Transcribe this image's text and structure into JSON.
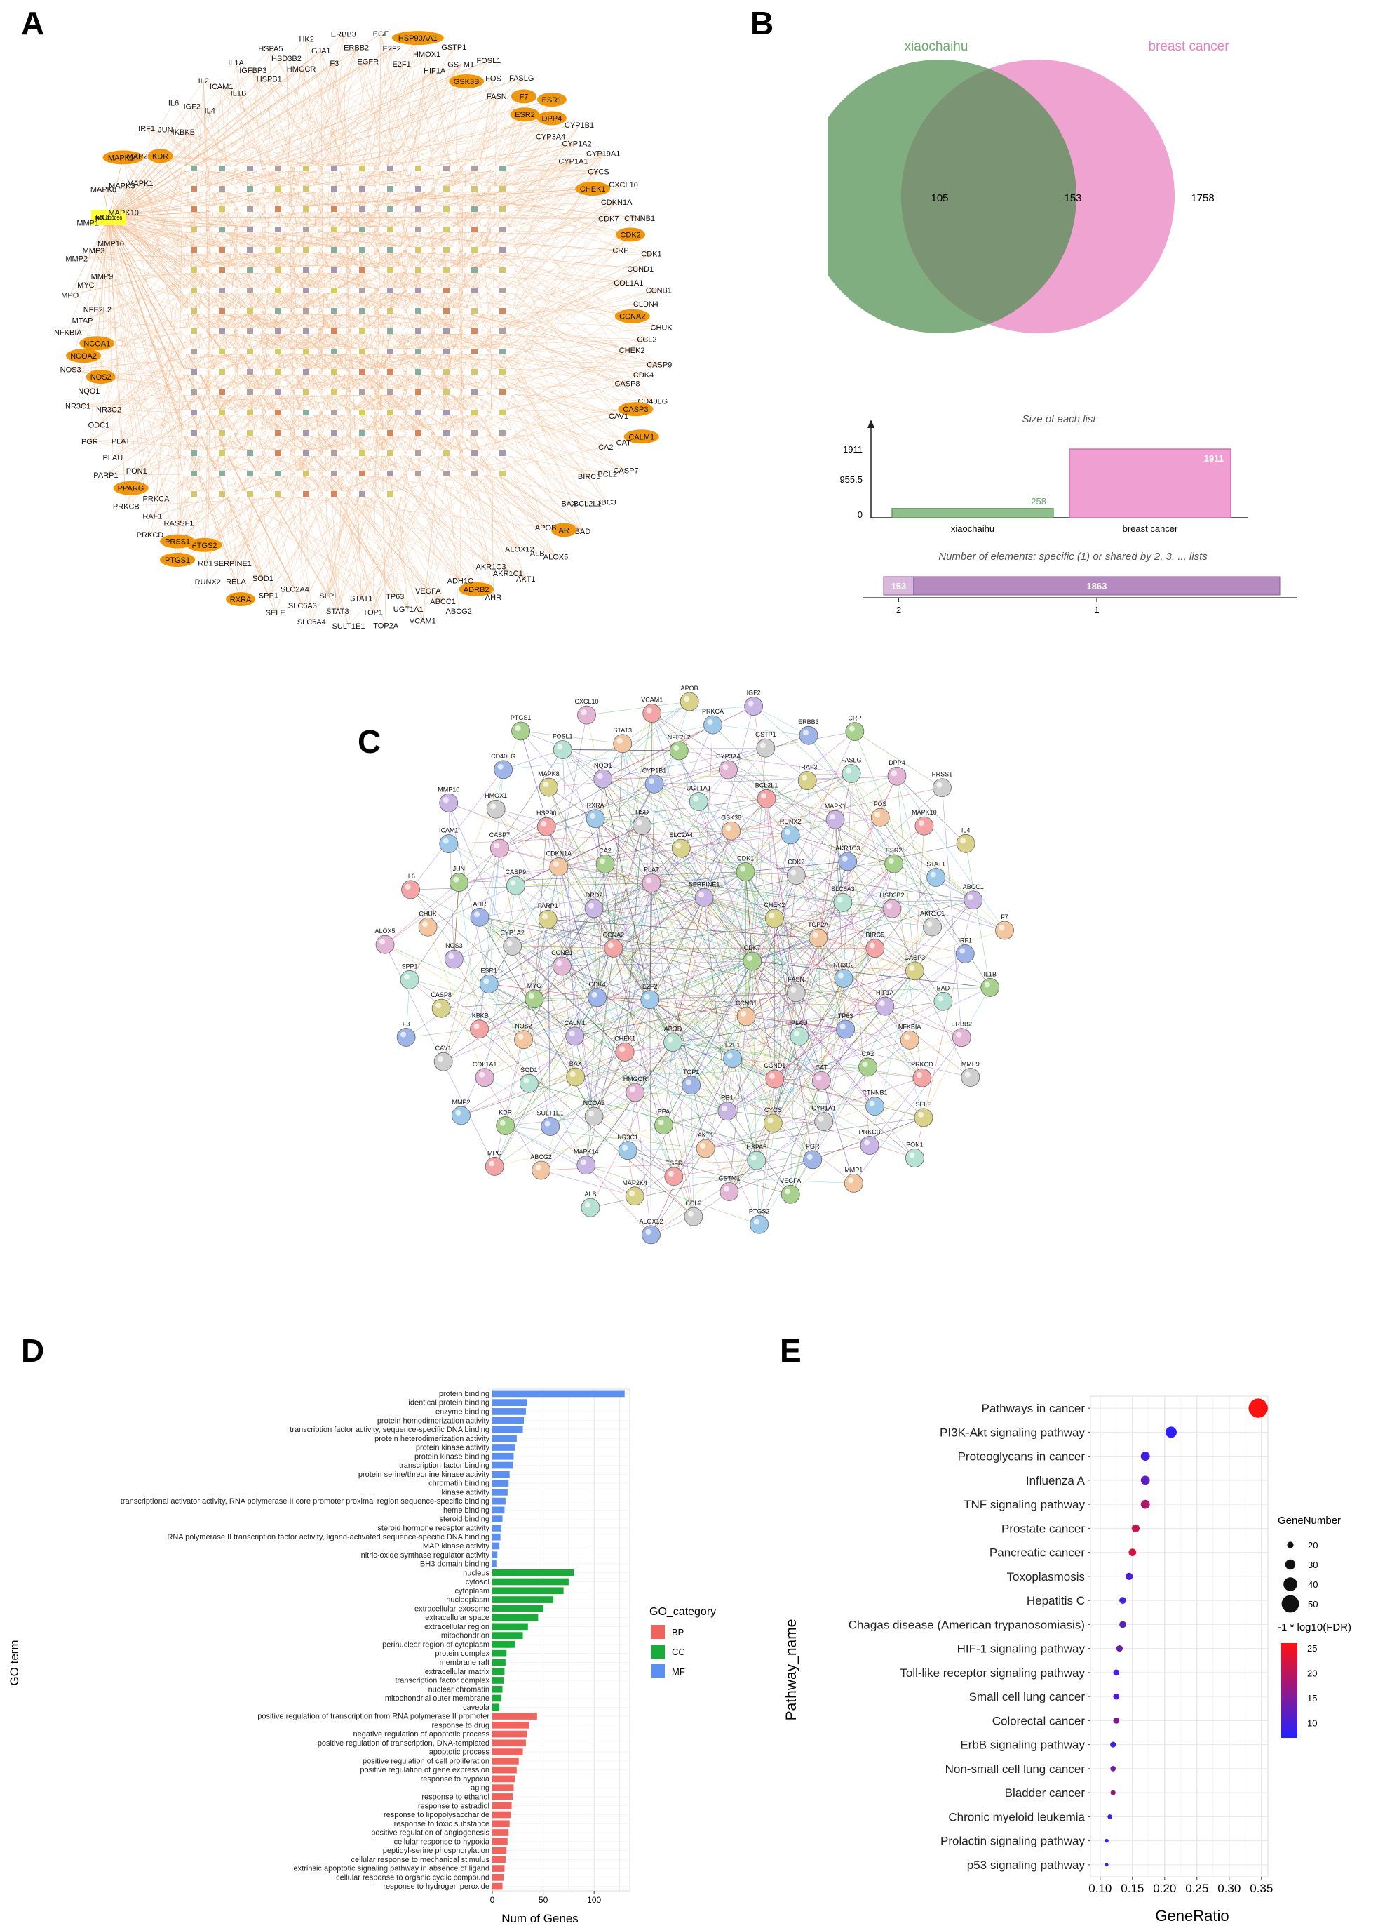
{
  "panels": {
    "a": "A",
    "b": "B",
    "c": "C",
    "d": "D",
    "e": "E"
  },
  "network_a": {
    "genes": [
      "HSP90AA1",
      "HMOX1",
      "HIF1A",
      "GSTP1",
      "GSTM1",
      "GSK3B",
      "FOSL1",
      "FOS",
      "FASN",
      "FASLG",
      "F7",
      "ESR2",
      "ESR1",
      "DPP4",
      "CYP3A4",
      "CYP1B1",
      "CYP1A2",
      "CYP1A1",
      "CYP19A1",
      "CYCS",
      "CHEK1",
      "CXCL10",
      "CDKN1A",
      "CDK7",
      "CTNNB1",
      "CDK2",
      "CRP",
      "CDK1",
      "CCND1",
      "COL1A1",
      "CCNB1",
      "CLDN4",
      "CCNA2",
      "CHUK",
      "CCL2",
      "CHEK2",
      "CASP9",
      "CDK4",
      "CASP8",
      "CD40LG",
      "CASP3",
      "CAV1",
      "CALM1",
      "CAT",
      "CA2",
      "CASP7",
      "BCL2",
      "BIRC5",
      "BBC3",
      "BCL2L1",
      "BAX",
      "BAD",
      "AR",
      "APOB",
      "ALOX5",
      "ALB",
      "ALOX12",
      "AKT1",
      "AKR1C1",
      "AKR1C3",
      "AHR",
      "ADRB2",
      "ADH1C",
      "ABCG2",
      "ABCC1",
      "VEGFA",
      "VCAM1",
      "UGT1A1",
      "TP63",
      "TOP2A",
      "TOP1",
      "STAT1",
      "SULT1E1",
      "STAT3",
      "SLPI",
      "SLC6A4",
      "SLC6A3",
      "SLC2A4",
      "SELE",
      "SPP1",
      "SOD1",
      "RXRA",
      "RELA",
      "SERPINE1",
      "RUNX2",
      "RB1",
      "PTGS2",
      "PTGS1",
      "PRSS1",
      "RASSF1",
      "PRKCD",
      "RAF1",
      "PRKCA",
      "PRKCB",
      "PPARG",
      "PON1",
      "PARP1",
      "PLAU",
      "PLAT",
      "PGR",
      "ODC1",
      "NR3C2",
      "NR3C1",
      "NQO1",
      "NOS2",
      "NOS3",
      "NCOA2",
      "NCOA1",
      "NFKBIA",
      "MTAP",
      "NFE2L2",
      "MPO",
      "MYC",
      "MMP9",
      "MMP2",
      "MMP3",
      "MMP10",
      "MMP1",
      "MCL1",
      "MAPK10",
      "MAPK8",
      "MAPK3",
      "MAPK1",
      "MAPK14",
      "MAP2K4",
      "KDR",
      "IRF1",
      "JUN",
      "IKBKB",
      "IL6",
      "IGF2",
      "IL4",
      "IL2",
      "ICAM1",
      "IL1B",
      "IL1A",
      "IGFBP3",
      "HSPB1",
      "HSPA5",
      "HSD3B2",
      "HMGCR",
      "HK2",
      "GJA1",
      "F3",
      "ERBB3",
      "ERBB2",
      "EGFR",
      "EGF",
      "E2F2",
      "E2F1"
    ],
    "highlight": [
      "HSP90AA1",
      "GSK3B",
      "F7",
      "ESR2",
      "ESR1",
      "DPP4",
      "CHEK1",
      "CDK2",
      "CCNA2",
      "CASP3",
      "CALM1",
      "AR",
      "ADRB2",
      "RXRA",
      "PTGS2",
      "PTGS1",
      "PRSS1",
      "PPARG",
      "NOS2",
      "NCOA2",
      "NCOA1",
      "MAPK14",
      "KDR"
    ],
    "center_label": "MOL000098"
  },
  "venn": {
    "sets": [
      {
        "name": "xiaochaihu",
        "color": "#5a9a5a"
      },
      {
        "name": "breast cancer",
        "color": "#e87fbf"
      }
    ],
    "only_left": "105",
    "both": "153",
    "only_right": "1758"
  },
  "size_chart": {
    "title": "Size of each list",
    "ticks": [
      "1911",
      "955.5",
      "0"
    ],
    "bars": [
      {
        "name": "xiaochaihu",
        "value": 258
      },
      {
        "name": "breast cancer",
        "value": 1911
      }
    ],
    "labels": [
      "258",
      "1911"
    ]
  },
  "shared_chart": {
    "title": "Number of elements: specific (1) or shared by 2, 3, ... lists",
    "segments": [
      {
        "label": "153",
        "value": 153,
        "shared_by": "2"
      },
      {
        "label": "1863",
        "value": 1863,
        "shared_by": "1"
      }
    ]
  },
  "ppi": {
    "nodes": [
      "CDK7",
      "E2F2",
      "SERPINE1",
      "CCNB1",
      "CCNA2",
      "CHEK2",
      "APOD",
      "PLAT",
      "FASN",
      "CDK4",
      "CDK1",
      "E2F1",
      "DRD2",
      "TOP2A",
      "CHEK1",
      "SLC2A4",
      "PLAU",
      "CCNE1",
      "CDK2",
      "TOP1",
      "CA2",
      "NR3C2",
      "CALM1",
      "GSK38",
      "CCND1",
      "PARP1",
      "SLC6A3",
      "HMGCR",
      "HSD",
      "TP63",
      "MYC",
      "RUNX2",
      "RB1",
      "CDKN1A",
      "BIRC5",
      "BAX",
      "UGT1A1",
      "CAT",
      "CYP1A2",
      "AKR1C3",
      "PPA",
      "RXRA",
      "HIF1A",
      "NOS2",
      "BCL2L1",
      "CYCS",
      "CASP9",
      "HSD3B2",
      "NCOA3",
      "CYP1B1",
      "CA2",
      "ESR1",
      "MAPK1",
      "AKT1",
      "HSP90",
      "CASP3",
      "SOD1",
      "CYP3A4",
      "CYP1A1",
      "AHR",
      "ESR2",
      "NR3C1",
      "NQO1",
      "NFKBIA",
      "IKBKB",
      "TRAF3",
      "HSPA5",
      "CASP7",
      "AKR1C1",
      "SULT1E1",
      "NFE2L2",
      "CTNNB1",
      "NOS3",
      "FOS",
      "EGFR",
      "MAPK8",
      "BAD",
      "COL1A1",
      "GSTP1",
      "PGR",
      "JUN",
      "STAT1",
      "MAPK14",
      "STAT3",
      "PRKCD",
      "CASP8",
      "FASLG",
      "GSTM1",
      "HMOX1",
      "IRF1",
      "KDR",
      "PRKCA",
      "PRKCB",
      "CHUK",
      "MAPK10",
      "MAP2K4",
      "FOSL1",
      "ERBB2",
      "CAV1",
      "ERBB3",
      "VEGFA",
      "ICAM1",
      "ABCC1",
      "ABCG2",
      "VCAM1",
      "SELE",
      "SPP1",
      "DPP4",
      "CCL2",
      "CD40LG",
      "IL1B",
      "MMP2",
      "IGF2",
      "MMP1",
      "IL6",
      "IL4",
      "ALB",
      "CXCL10",
      "MMP9",
      "F3",
      "CRP",
      "PTGS2",
      "MMP10",
      "F7",
      "MPO",
      "APOB",
      "PON1",
      "ALOX5",
      "PRSS1",
      "ALOX12",
      "PTGS1"
    ]
  },
  "go_chart": {
    "ylabel": "GO term",
    "xlabel": "Num of Genes",
    "xticks": [
      "0",
      "50",
      "100"
    ],
    "legend_title": "GO_category",
    "colors": {
      "BP": "#f06460",
      "CC": "#1aab3a",
      "MF": "#5b8ff0"
    },
    "legend": [
      {
        "key": "BP",
        "color": "#f06460"
      },
      {
        "key": "CC",
        "color": "#1aab3a"
      },
      {
        "key": "MF",
        "color": "#5b8ff0"
      }
    ]
  },
  "kegg_chart": {
    "ylabel": "Pathway_name",
    "xlabel": "GeneRatio",
    "xticks": [
      "0.10",
      "0.15",
      "0.20",
      "0.25",
      "0.30",
      "0.35"
    ],
    "size_legend_title": "GeneNumber",
    "size_legend": [
      "20",
      "30",
      "40",
      "50"
    ],
    "color_legend_title": "-1 * log10(FDR)",
    "color_legend": [
      "25",
      "20",
      "15",
      "10"
    ]
  },
  "chart_data": [
    {
      "type": "bar",
      "orientation": "horizontal",
      "xlabel": "Num of Genes",
      "ylabel": "GO term",
      "xlim": [
        0,
        135
      ],
      "legend_title": "GO_category",
      "series": [
        {
          "name": "MF",
          "categories": [
            "protein binding",
            "identical protein binding",
            "enzyme binding",
            "protein homodimerization activity",
            "transcription factor activity, sequence-specific DNA binding",
            "protein heterodimerization activity",
            "protein kinase activity",
            "protein kinase binding",
            "transcription factor binding",
            "protein serine/threonine kinase activity",
            "chromatin binding",
            "kinase activity",
            "transcriptional activator activity, RNA polymerase II core promoter proximal region sequence-specific binding",
            "heme binding",
            "steroid binding",
            "steroid hormone receptor activity",
            "RNA polymerase II transcription factor activity, ligand-activated sequence-specific DNA binding",
            "MAP kinase activity",
            "nitric-oxide synthase regulator activity",
            "BH3 domain binding"
          ],
          "values": [
            130,
            34,
            33,
            31,
            30,
            24,
            22,
            21,
            20,
            17,
            16,
            15,
            13,
            12,
            10,
            9,
            8,
            7,
            5,
            4
          ]
        },
        {
          "name": "CC",
          "categories": [
            "nucleus",
            "cytosol",
            "cytoplasm",
            "nucleoplasm",
            "extracellular exosome",
            "extracellular space",
            "extracellular region",
            "mitochondrion",
            "perinuclear region of cytoplasm",
            "protein complex",
            "membrane raft",
            "extracellular matrix",
            "transcription factor complex",
            "nuclear chromatin",
            "mitochondrial outer membrane",
            "caveola"
          ],
          "values": [
            80,
            75,
            70,
            60,
            50,
            45,
            35,
            30,
            22,
            14,
            13,
            12,
            11,
            10,
            9,
            7
          ]
        },
        {
          "name": "BP",
          "categories": [
            "positive regulation of transcription from RNA polymerase II promoter",
            "response to drug",
            "negative regulation of apoptotic process",
            "positive regulation of transcription, DNA-templated",
            "apoptotic process",
            "positive regulation of cell proliferation",
            "positive regulation of gene expression",
            "response to hypoxia",
            "aging",
            "response to ethanol",
            "response to estradiol",
            "response to lipopolysaccharide",
            "response to toxic substance",
            "positive regulation of angiogenesis",
            "cellular response to hypoxia",
            "peptidyl-serine phosphorylation",
            "cellular response to mechanical stimulus",
            "extrinsic apoptotic signaling pathway in absence of ligand",
            "cellular response to organic cyclic compound",
            "response to hydrogen peroxide"
          ],
          "values": [
            44,
            36,
            34,
            33,
            30,
            26,
            24,
            22,
            21,
            20,
            19,
            18,
            17,
            16,
            15,
            14,
            13,
            12,
            11,
            10
          ]
        }
      ]
    },
    {
      "type": "scatter",
      "xlabel": "GeneRatio",
      "ylabel": "Pathway_name",
      "xlim": [
        0.085,
        0.36
      ],
      "size_legend": {
        "title": "GeneNumber",
        "values": [
          20,
          30,
          40,
          50
        ]
      },
      "color_legend": {
        "title": "-1 * log10(FDR)",
        "range": [
          7,
          26
        ],
        "colors": [
          "#2222ff",
          "#ff1111"
        ]
      },
      "points": [
        {
          "pathway": "Pathways in cancer",
          "x": 0.345,
          "size": 55,
          "color": 26
        },
        {
          "pathway": "PI3K-Akt signaling pathway",
          "x": 0.21,
          "size": 33,
          "color": 8
        },
        {
          "pathway": "Proteoglycans in cancer",
          "x": 0.17,
          "size": 27,
          "color": 10
        },
        {
          "pathway": "Influenza A",
          "x": 0.17,
          "size": 27,
          "color": 12
        },
        {
          "pathway": "TNF signaling pathway",
          "x": 0.17,
          "size": 27,
          "color": 19
        },
        {
          "pathway": "Prostate cancer",
          "x": 0.155,
          "size": 24,
          "color": 21
        },
        {
          "pathway": "Pancreatic cancer",
          "x": 0.15,
          "size": 23,
          "color": 22
        },
        {
          "pathway": "Toxoplasmosis",
          "x": 0.145,
          "size": 22,
          "color": 11
        },
        {
          "pathway": "Hepatitis C",
          "x": 0.135,
          "size": 21,
          "color": 10
        },
        {
          "pathway": "Chagas disease (American trypanosomiasis)",
          "x": 0.135,
          "size": 21,
          "color": 12
        },
        {
          "pathway": "HIF-1 signaling pathway",
          "x": 0.13,
          "size": 20,
          "color": 13
        },
        {
          "pathway": "Toll-like receptor signaling pathway",
          "x": 0.125,
          "size": 19,
          "color": 10
        },
        {
          "pathway": "Small cell lung cancer",
          "x": 0.125,
          "size": 19,
          "color": 11
        },
        {
          "pathway": "Colorectal cancer",
          "x": 0.125,
          "size": 19,
          "color": 15
        },
        {
          "pathway": "ErbB signaling pathway",
          "x": 0.12,
          "size": 18,
          "color": 9
        },
        {
          "pathway": "Non-small cell lung cancer",
          "x": 0.12,
          "size": 17,
          "color": 14
        },
        {
          "pathway": "Bladder cancer",
          "x": 0.12,
          "size": 16,
          "color": 17
        },
        {
          "pathway": "Chronic myeloid leukemia",
          "x": 0.115,
          "size": 15,
          "color": 9
        },
        {
          "pathway": "Prolactin signaling pathway",
          "x": 0.11,
          "size": 13,
          "color": 7
        },
        {
          "pathway": "p53 signaling pathway",
          "x": 0.11,
          "size": 12,
          "color": 8
        }
      ]
    }
  ]
}
